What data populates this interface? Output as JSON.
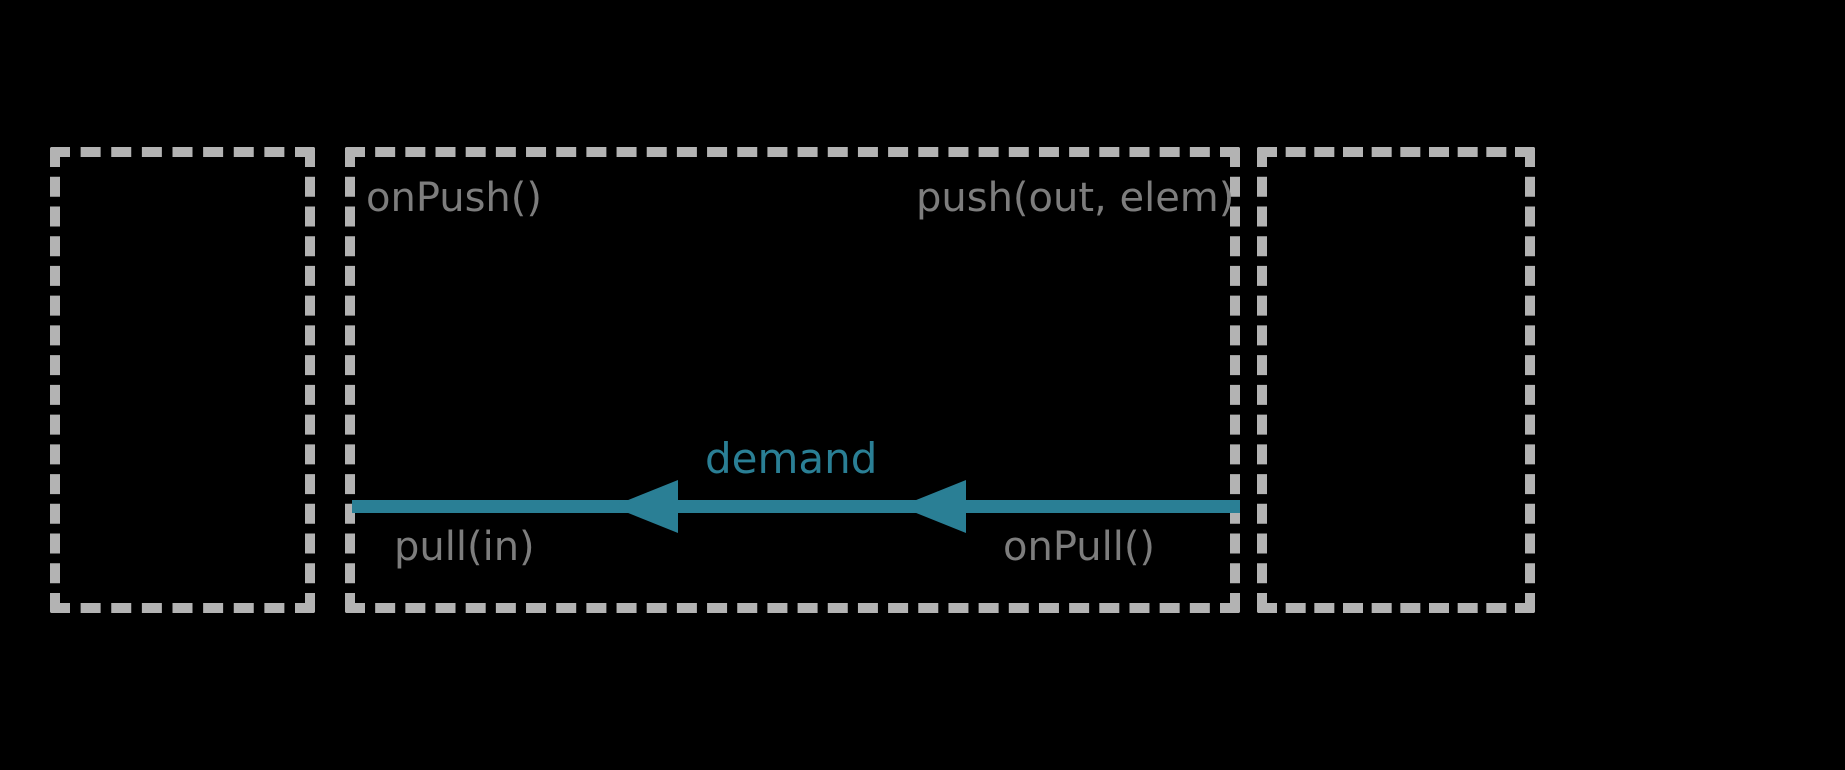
{
  "diagram": {
    "title": "stream stage demand flow",
    "background_color": "#000000",
    "box_stroke_color": "#b3b3b3",
    "text_gray": "#7d7d7d",
    "accent_teal": "#2a7f95"
  },
  "boxes": [
    {
      "name": "upstream-box",
      "label": ""
    },
    {
      "name": "stage-box",
      "label": ""
    },
    {
      "name": "downstream-box",
      "label": ""
    }
  ],
  "labels": {
    "on_push": "onPush()",
    "push_out_elem": "push(out, elem)",
    "demand": "demand",
    "pull_in": "pull(in)",
    "on_pull": "onPull()"
  },
  "arrow": {
    "name": "demand-arrow",
    "direction": "right-to-left",
    "color": "#2a7f95",
    "head_count": 2
  }
}
